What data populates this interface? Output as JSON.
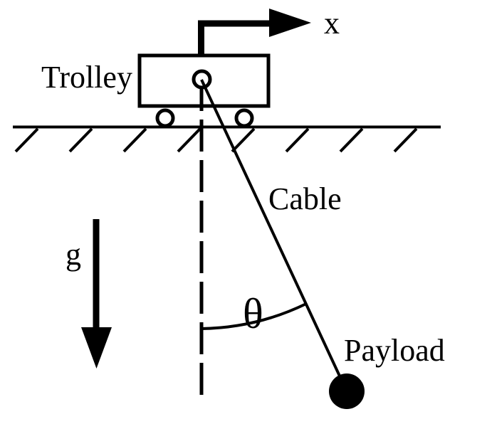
{
  "diagram": {
    "colors": {
      "ink": "#000000",
      "background": "#ffffff"
    },
    "labels": {
      "trolley": "Trolley",
      "x_axis": "x",
      "cable": "Cable",
      "angle": "θ",
      "gravity": "g",
      "payload": "Payload"
    }
  }
}
